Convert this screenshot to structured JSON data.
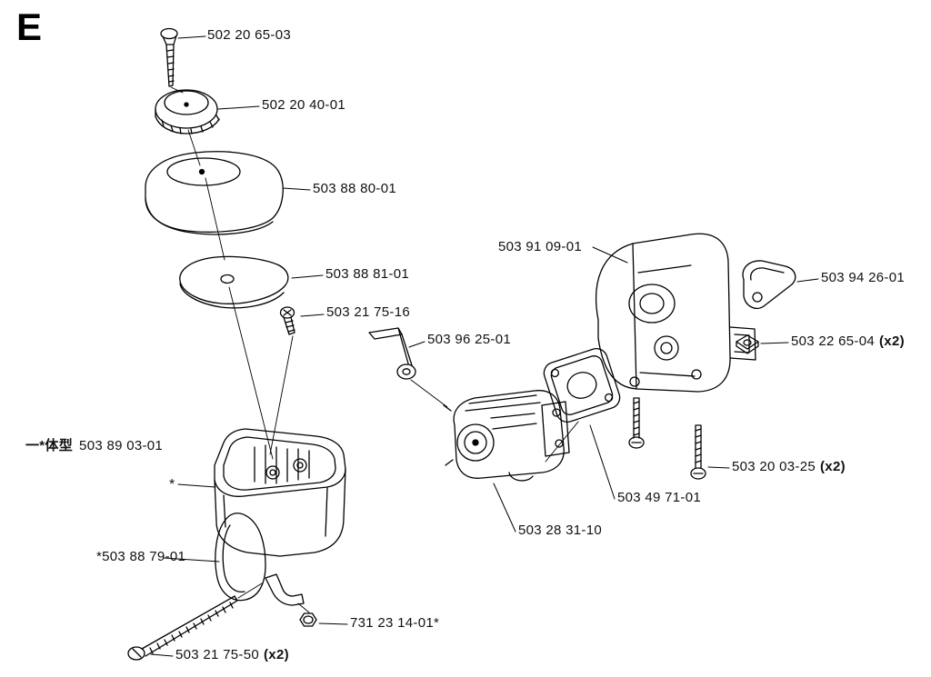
{
  "page": {
    "section_letter": "E",
    "background": "#ffffff",
    "line_color": "#000000"
  },
  "labels": {
    "screw_top": {
      "text": "502 20 65-03"
    },
    "knob": {
      "text": "502 20 40-01"
    },
    "filter_cover": {
      "text": "503 88 80-01"
    },
    "filter_foam": {
      "text": "503 88 81-01"
    },
    "screw_cover": {
      "text": "503 21 75-16"
    },
    "choke_rod": {
      "text": "503 96 25-01"
    },
    "housing": {
      "text": "503 91 09-01"
    },
    "choke_lever": {
      "text": "503 94 26-01"
    },
    "square_nut": {
      "text": "503 22 65-04",
      "qty": "(x2)"
    },
    "mount_screws": {
      "text": "503 20 03-25",
      "qty": "(x2)"
    },
    "gasket": {
      "text": "503 49 71-01"
    },
    "carburetor": {
      "text": "503 28 31-10"
    },
    "airbox": {
      "prefix": "一*体型",
      "text": "503 89 03-01"
    },
    "asterisk": {
      "text": "*"
    },
    "cover_plate": {
      "text": "*503 88 79-01"
    },
    "nut": {
      "text": "731 23 14-01*"
    },
    "screw_long": {
      "text": "503 21 75-50",
      "qty": "(x2)"
    }
  }
}
